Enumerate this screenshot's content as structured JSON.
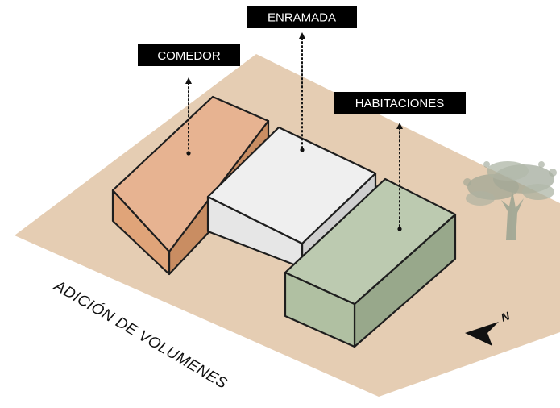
{
  "labels": {
    "comedor": "COMEDOR",
    "enramada": "ENRAMADA",
    "habitaciones": "HABITACIONES"
  },
  "caption": "ADICIÓN DE VOLUMENES",
  "north": {
    "letter": "N",
    "icon": "north-arrow-icon"
  },
  "decorations": {
    "tree_icon": "tree-icon"
  },
  "colors": {
    "ground": "#e5cdb3",
    "comedor_top": "#e7b391",
    "comedor_left": "#e0a479",
    "comedor_right": "#c98d62",
    "enramada_top": "#efefef",
    "enramada_left": "#e6e6e6",
    "enramada_right": "#cfcfcf",
    "habitaciones_top": "#bccab0",
    "habitaciones_left": "#b0c0a2",
    "habitaciones_right": "#98a88b",
    "tree": "#9aa392",
    "label_bg": "#000000"
  }
}
